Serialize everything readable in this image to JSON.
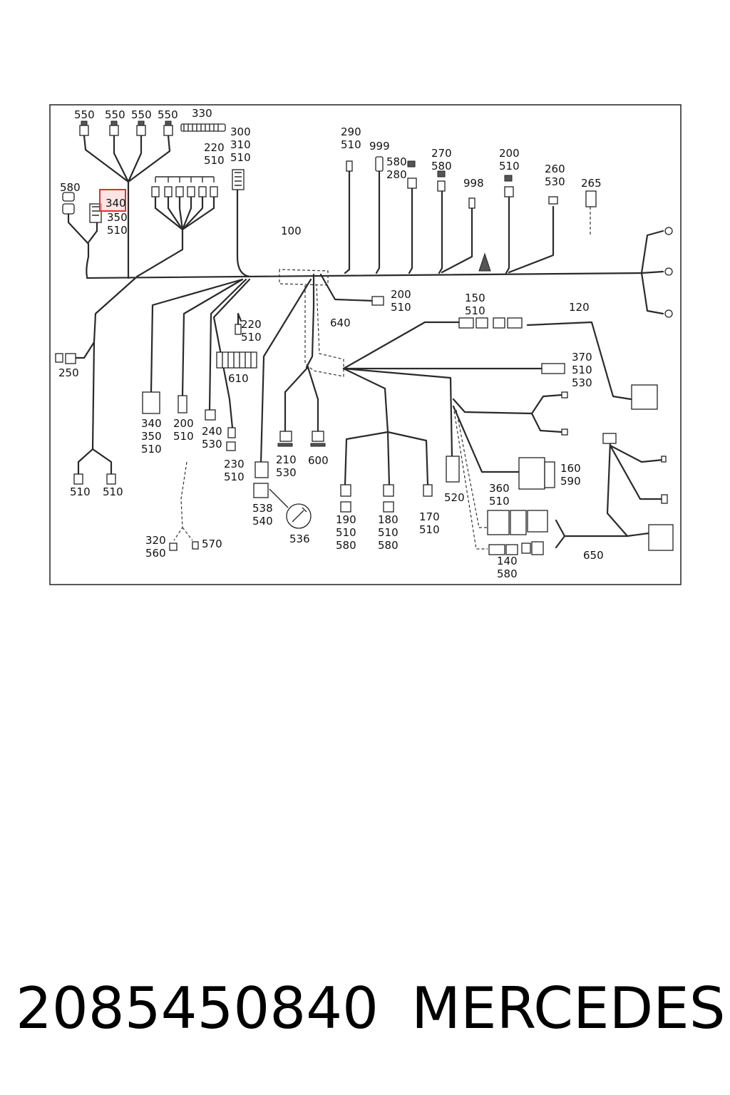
{
  "callouts": [
    {
      "id": "c550a",
      "lines": [
        "550"
      ]
    },
    {
      "id": "c550b",
      "lines": [
        "550"
      ]
    },
    {
      "id": "c550c",
      "lines": [
        "550"
      ]
    },
    {
      "id": "c550d",
      "lines": [
        "550"
      ]
    },
    {
      "id": "c330",
      "lines": [
        "330"
      ]
    },
    {
      "id": "c300",
      "lines": [
        "300",
        "310",
        "510"
      ]
    },
    {
      "id": "c220a",
      "lines": [
        "220",
        "510"
      ]
    },
    {
      "id": "c580a",
      "lines": [
        "580"
      ]
    },
    {
      "id": "c340h",
      "lines": [
        "340"
      ],
      "highlight": true
    },
    {
      "id": "c350",
      "lines": [
        "350",
        "510"
      ]
    },
    {
      "id": "c290",
      "lines": [
        "290",
        "510"
      ]
    },
    {
      "id": "c999",
      "lines": [
        "999"
      ]
    },
    {
      "id": "c580b",
      "lines": [
        "580",
        "280"
      ]
    },
    {
      "id": "c270",
      "lines": [
        "270",
        "580"
      ]
    },
    {
      "id": "c998",
      "lines": [
        "998"
      ]
    },
    {
      "id": "c200a",
      "lines": [
        "200",
        "510"
      ]
    },
    {
      "id": "c260",
      "lines": [
        "260",
        "530"
      ]
    },
    {
      "id": "c265",
      "lines": [
        "265"
      ]
    },
    {
      "id": "c100",
      "lines": [
        "100"
      ]
    },
    {
      "id": "c200b",
      "lines": [
        "200",
        "510"
      ]
    },
    {
      "id": "c150",
      "lines": [
        "150",
        "510"
      ]
    },
    {
      "id": "c120",
      "lines": [
        "120"
      ]
    },
    {
      "id": "c640",
      "lines": [
        "640"
      ]
    },
    {
      "id": "c220b",
      "lines": [
        "220",
        "510"
      ]
    },
    {
      "id": "c250",
      "lines": [
        "250"
      ]
    },
    {
      "id": "c610",
      "lines": [
        "610"
      ]
    },
    {
      "id": "c370",
      "lines": [
        "370",
        "510",
        "530"
      ]
    },
    {
      "id": "c340b",
      "lines": [
        "340",
        "350",
        "510"
      ]
    },
    {
      "id": "c200c",
      "lines": [
        "200",
        "510"
      ]
    },
    {
      "id": "c240",
      "lines": [
        "240",
        "530"
      ]
    },
    {
      "id": "c230",
      "lines": [
        "230",
        "510"
      ]
    },
    {
      "id": "c210",
      "lines": [
        "210",
        "530"
      ]
    },
    {
      "id": "c600",
      "lines": [
        "600"
      ]
    },
    {
      "id": "c510a",
      "lines": [
        "510"
      ]
    },
    {
      "id": "c510b",
      "lines": [
        "510"
      ]
    },
    {
      "id": "c538",
      "lines": [
        "538",
        "540"
      ]
    },
    {
      "id": "c536",
      "lines": [
        "536"
      ]
    },
    {
      "id": "c160",
      "lines": [
        "160",
        "590"
      ]
    },
    {
      "id": "c520",
      "lines": [
        "520"
      ]
    },
    {
      "id": "c360",
      "lines": [
        "360",
        "510"
      ]
    },
    {
      "id": "c190",
      "lines": [
        "190",
        "510",
        "580"
      ]
    },
    {
      "id": "c180",
      "lines": [
        "180",
        "510",
        "580"
      ]
    },
    {
      "id": "c170",
      "lines": [
        "170",
        "510"
      ]
    },
    {
      "id": "c320",
      "lines": [
        "320",
        "560"
      ]
    },
    {
      "id": "c570",
      "lines": [
        "570"
      ]
    },
    {
      "id": "c140",
      "lines": [
        "140",
        "580"
      ]
    },
    {
      "id": "c650",
      "lines": [
        "650"
      ]
    }
  ],
  "colors": {
    "ink": "#2a2a2a",
    "highlight": "#e03030",
    "highlight_fill": "#f6d2d2"
  },
  "footer": {
    "part_number": "2085450840",
    "brand": "MERCEDES"
  }
}
